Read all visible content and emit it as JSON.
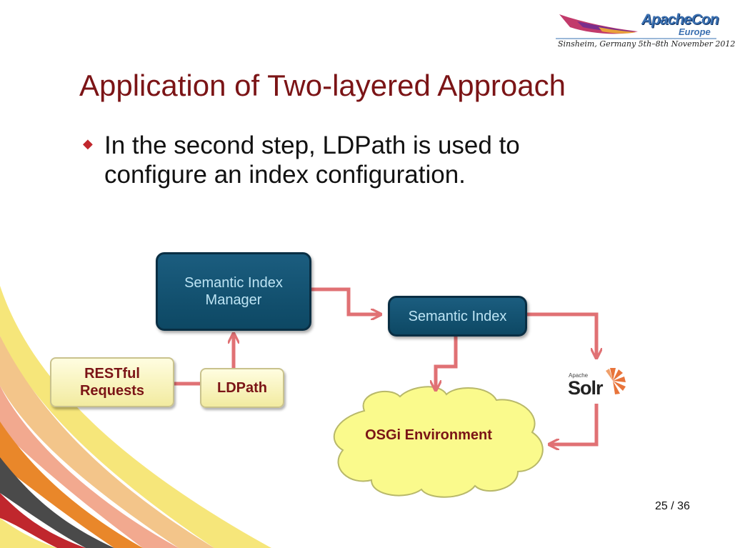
{
  "slide": {
    "title": "Application of Two-layered Approach",
    "bullet": "In the second step, LDPath is used to configure an index configuration.",
    "page_number": "25 / 36"
  },
  "header_logo": {
    "brand": "ApacheCon",
    "region": "Europe",
    "event_line": "Sinsheim, Germany 5th–8th November 2012"
  },
  "diagram": {
    "semantic_index_manager": "Semantic Index Manager",
    "semantic_index": "Semantic Index",
    "restful_requests": "RESTful Requests",
    "ldpath": "LDPath",
    "osgi_environment": "OSGi Environment",
    "solr_logo": {
      "small": "Apache",
      "main": "Solr"
    }
  },
  "colors": {
    "title": "#7b1416",
    "navy_box": "#0d4864",
    "cream_box": "#f8f3c0",
    "cloud": "#fafa8c",
    "arrow": "#e07174",
    "bullet_mark": "#c0272d"
  }
}
